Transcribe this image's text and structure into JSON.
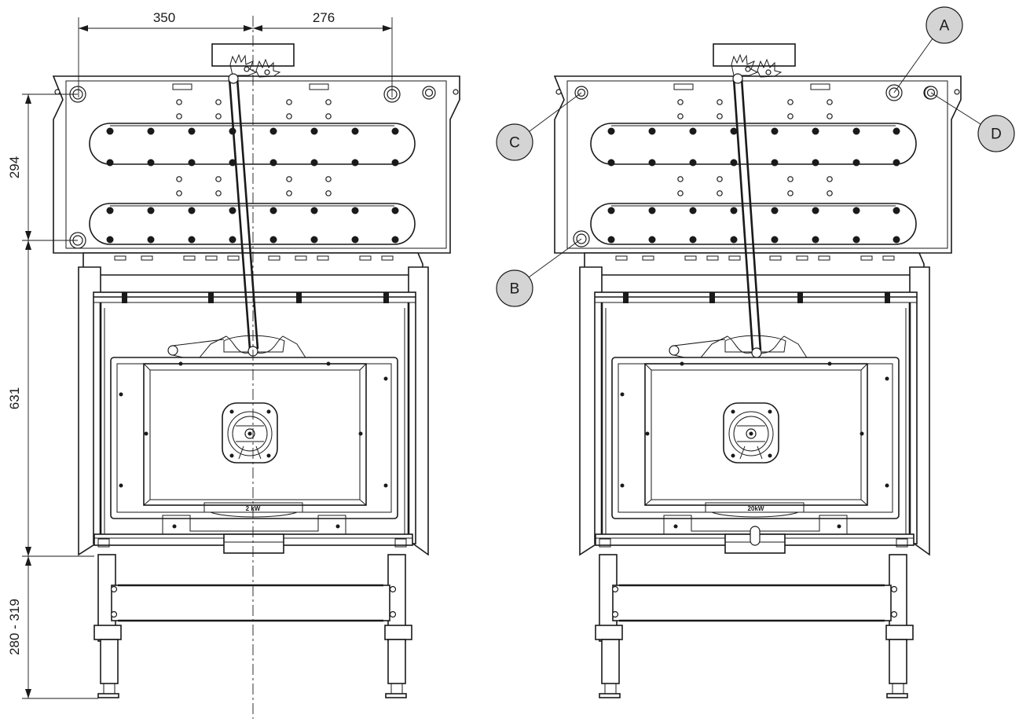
{
  "dimensions": {
    "width_left": "350",
    "width_right": "276",
    "height_top": "294",
    "height_mid": "631",
    "height_legs": "280 - 319"
  },
  "callouts": {
    "a": "A",
    "b": "B",
    "c": "C",
    "d": "D"
  },
  "plate_label": "20kW",
  "plate_label_partial": "2 kW"
}
